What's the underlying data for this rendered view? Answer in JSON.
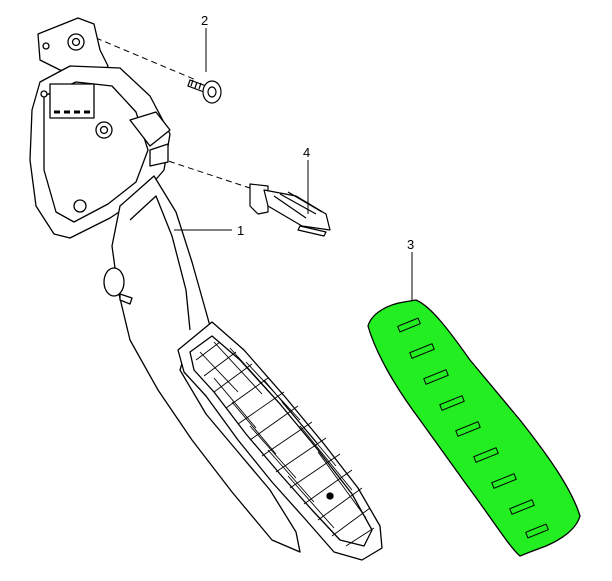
{
  "callouts": {
    "part_1": "1",
    "part_2": "2",
    "part_3": "3",
    "part_4": "4"
  },
  "colors": {
    "highlight": "#22ee22",
    "line": "#000000",
    "background": "#ffffff"
  }
}
